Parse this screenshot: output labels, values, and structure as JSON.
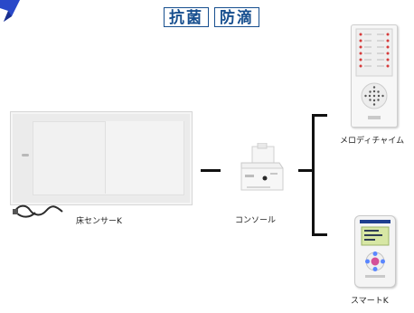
{
  "badges": [
    "抗菌",
    "防滴"
  ],
  "labels": {
    "floor_sensor": "床センサーK",
    "console": "コンソール",
    "melody_chime": "メロディチャイム",
    "smart_k": "スマートK"
  },
  "colors": {
    "badge_border": "#174f8f",
    "badge_text": "#174f8f",
    "logo_blue": "#2a49c9",
    "line": "#111111",
    "smart_accent": "#1f3f8f",
    "chime_led": "#d63b3b"
  }
}
